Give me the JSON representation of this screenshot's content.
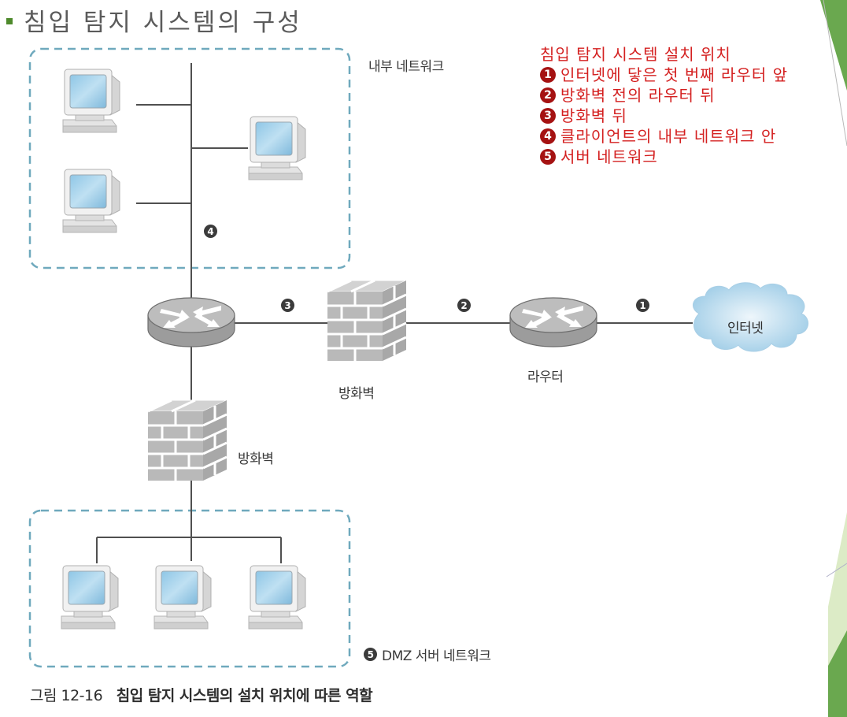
{
  "slide": {
    "title": "침입 탐지 시스템의 구성",
    "accent_color": "#6aa84f"
  },
  "diagram": {
    "internal_network_label": "내부 네트워크",
    "router_label": "라우터",
    "firewall_label_main": "방화벽",
    "firewall_label_dmz": "방화벽",
    "internet_label": "인터넷",
    "dmz_label": "DMZ 서버 네트워크",
    "markers": [
      "1",
      "2",
      "3",
      "4",
      "5"
    ]
  },
  "legend": {
    "heading": "침입 탐지 시스템 설치 위치",
    "items": [
      {
        "num": "1",
        "text": "인터넷에 닿은 첫 번째 라우터 앞"
      },
      {
        "num": "2",
        "text": "방화벽 전의 라우터 뒤"
      },
      {
        "num": "3",
        "text": "방화벽 뒤"
      },
      {
        "num": "4",
        "text": "클라이언트의 내부 네트워크 안"
      },
      {
        "num": "5",
        "text": "서버 네트워크"
      }
    ],
    "color": "#d42020"
  },
  "caption": {
    "figure_number": "그림 12-16",
    "text": "침입 탐지 시스템의 설치 위치에 따른 역할"
  }
}
